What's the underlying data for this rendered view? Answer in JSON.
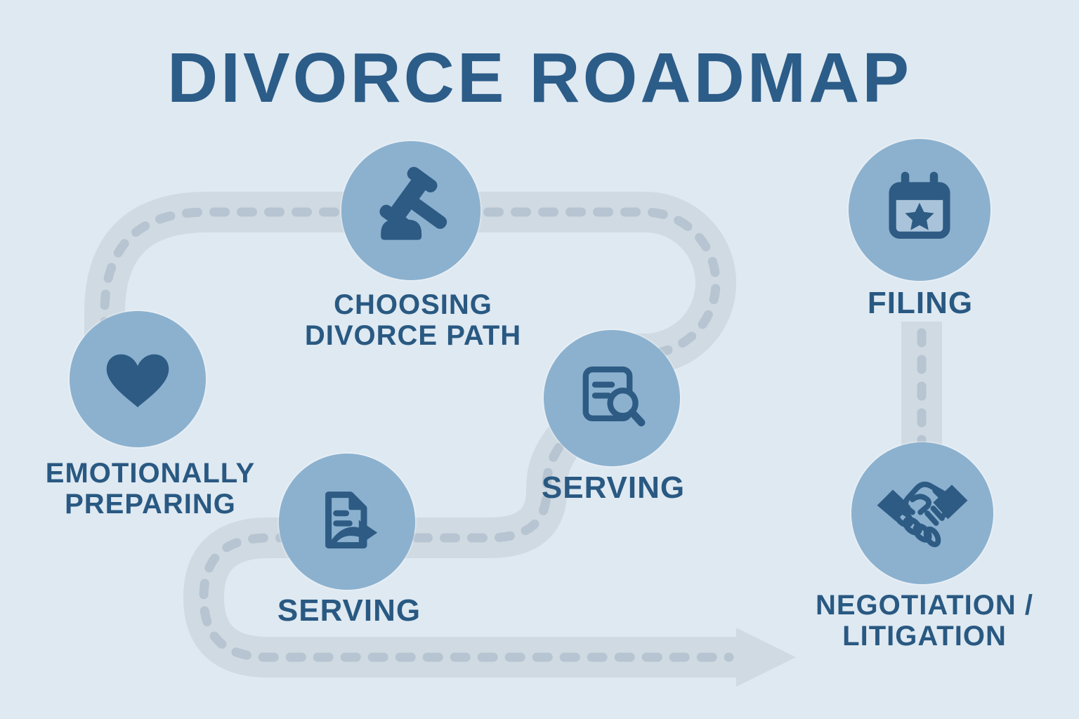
{
  "title": "DIVORCE ROADMAP",
  "colors": {
    "background": "#dfe9f1",
    "road": "#d0dae2",
    "road_dash": "#b7c4d1",
    "node_circle": "#8bb1cf",
    "icon": "#2e5b83",
    "title_text": "#2c5c88",
    "label_text": "#295982"
  },
  "road": {
    "style": "rounded gray road with dashed center line",
    "end": "arrowhead pointing right at bottom"
  },
  "nodes": [
    {
      "id": "emotionally-preparing",
      "icon": "heart-icon",
      "line1": "EMOTIONALLY",
      "line2": "PREPARING"
    },
    {
      "id": "choosing-divorce-path",
      "icon": "gavel-icon",
      "line1": "CHOOSING",
      "line2": "DIVORCE PATH"
    },
    {
      "id": "serving-review",
      "icon": "document-search-icon",
      "line1": "SERVING"
    },
    {
      "id": "serving-send",
      "icon": "document-send-icon",
      "line1": "SERVING"
    },
    {
      "id": "filing",
      "icon": "calendar-star-icon",
      "line1": "FILING"
    },
    {
      "id": "negotiation-litigation",
      "icon": "handshake-icon",
      "line1": "NEGOTIATION /",
      "line2": "LITIGATION"
    }
  ]
}
